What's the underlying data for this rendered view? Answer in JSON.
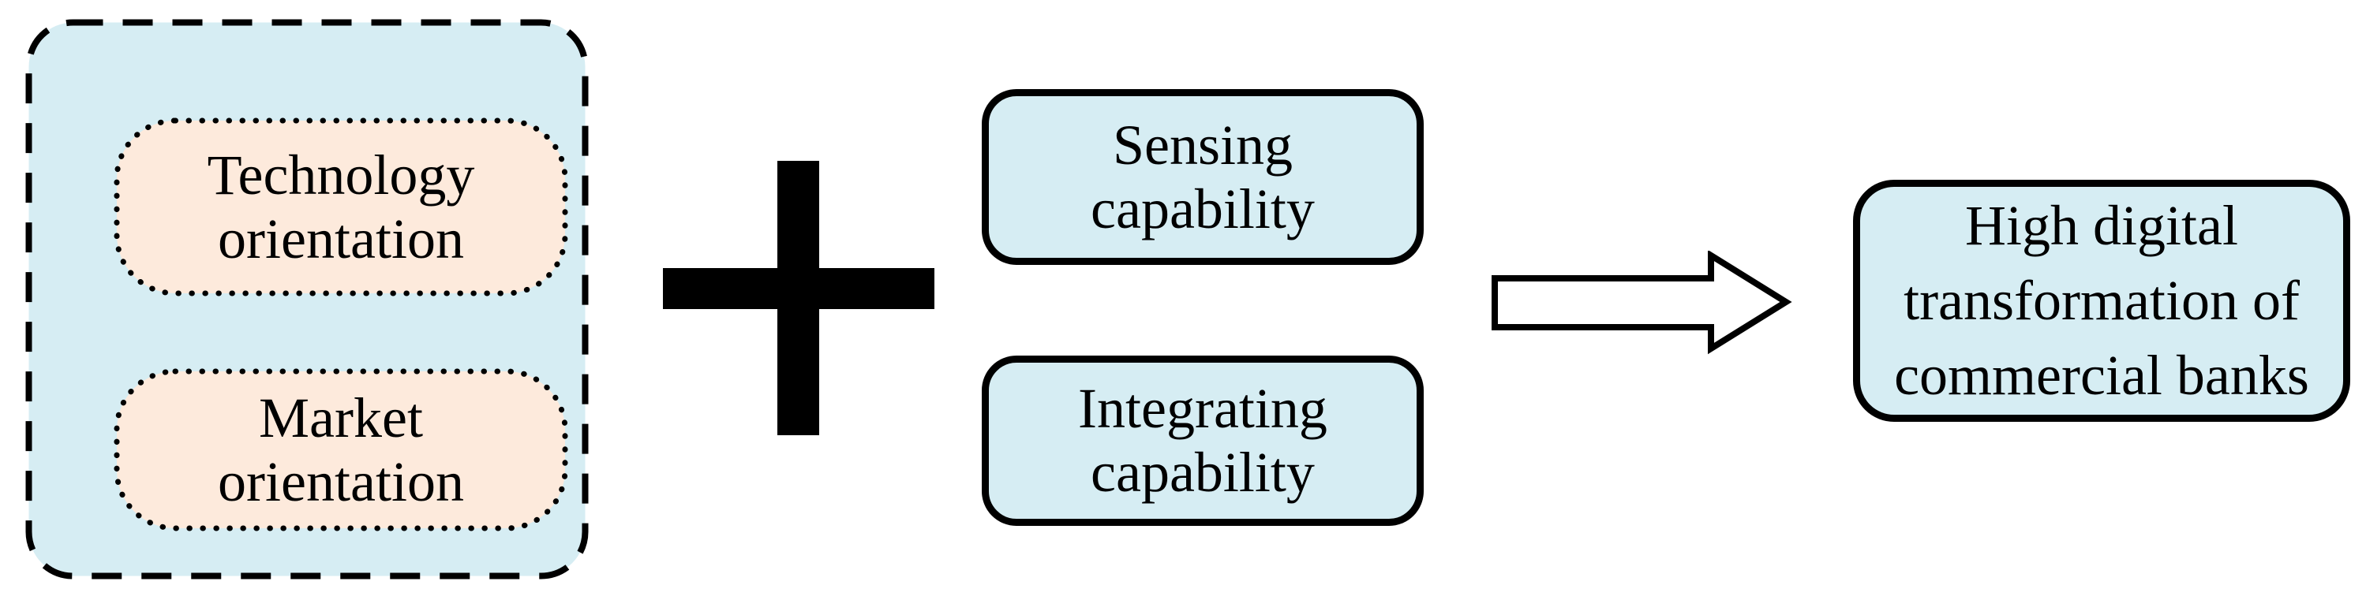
{
  "figure": {
    "colors": {
      "panel_fill": "#d6edf3",
      "capability_fill": "#d6edf3",
      "orientation_fill": "#fdeadc",
      "outline": "#000000",
      "background": "#ffffff"
    },
    "icons": {
      "plus_icon": "+",
      "right_arrow_icon": "→"
    },
    "boxes": {
      "technology": {
        "label": "Technology orientation",
        "lines": [
          "Technology",
          "orientation"
        ]
      },
      "market": {
        "label": "Market orientation",
        "lines": [
          "Market",
          "orientation"
        ]
      },
      "sensing": {
        "label": "Sensing capability",
        "lines": [
          "Sensing",
          "capability"
        ]
      },
      "integrating": {
        "label": "Integrating capability",
        "lines": [
          "Integrating",
          "capability"
        ]
      },
      "outcome": {
        "label": "High digital transformation of commercial banks",
        "lines": [
          "High digital",
          "transformation of",
          "commercial banks"
        ]
      }
    }
  }
}
